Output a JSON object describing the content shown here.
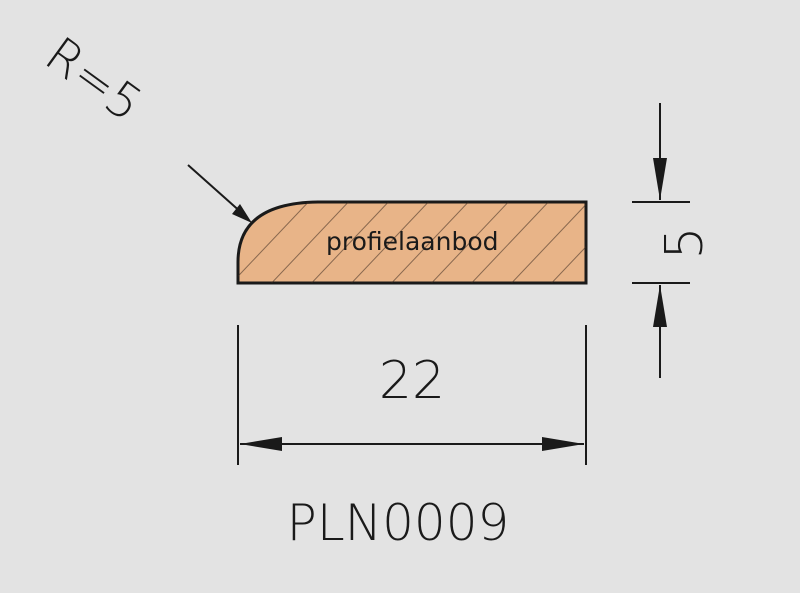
{
  "profile": {
    "label": "profielaanbod",
    "fill_color": "#e8b488",
    "code": "PLN0009"
  },
  "dimensions": {
    "radius_label": "R=5",
    "width_label": "22",
    "height_label": "5"
  }
}
